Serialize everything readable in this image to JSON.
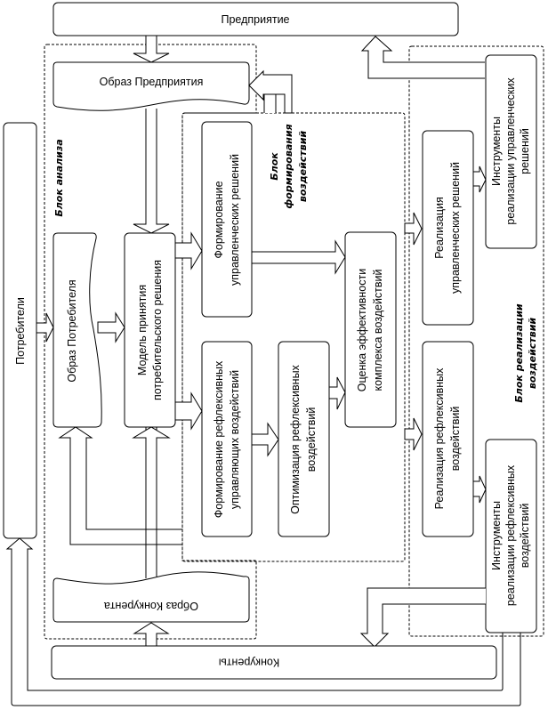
{
  "diagram": {
    "boxes": {
      "enterprise": "Предприятие",
      "enterprise_image": "Образ Предприятия",
      "consumers": "Потребители",
      "consumer_image": "Образ Потребителя",
      "decision_model": [
        "Модель принятия",
        "потребительского решения"
      ],
      "mgmt_decisions_forming": [
        "Формирование",
        "управленческих решений"
      ],
      "reflexive_forming": [
        "Формирование рефлексивных",
        "управляющих воздействий"
      ],
      "reflexive_optimization": [
        "Оптимизация рефлексивных",
        "воздействий"
      ],
      "efficiency_evaluation": [
        "Оценка эффективности",
        "комплекса воздействий"
      ],
      "mgmt_decisions_realization": [
        "Реализация",
        "управленческих решений"
      ],
      "reflexive_realization": [
        "Реализация рефлексивных",
        "воздействий"
      ],
      "mgmt_tools": [
        "Инструменты",
        "реализации управленческих",
        "решений"
      ],
      "reflexive_tools": [
        "Инструменты",
        "реализации рефлексивных",
        "воздействий"
      ],
      "competitor_image": "Образ Конкурента",
      "competitors": "Конкуренты"
    },
    "blocks": {
      "analysis": "Блок анализа",
      "forming": [
        "Блок",
        "формирования",
        "воздействий"
      ],
      "realization": [
        "Блок реализации",
        "воздействий"
      ]
    }
  }
}
